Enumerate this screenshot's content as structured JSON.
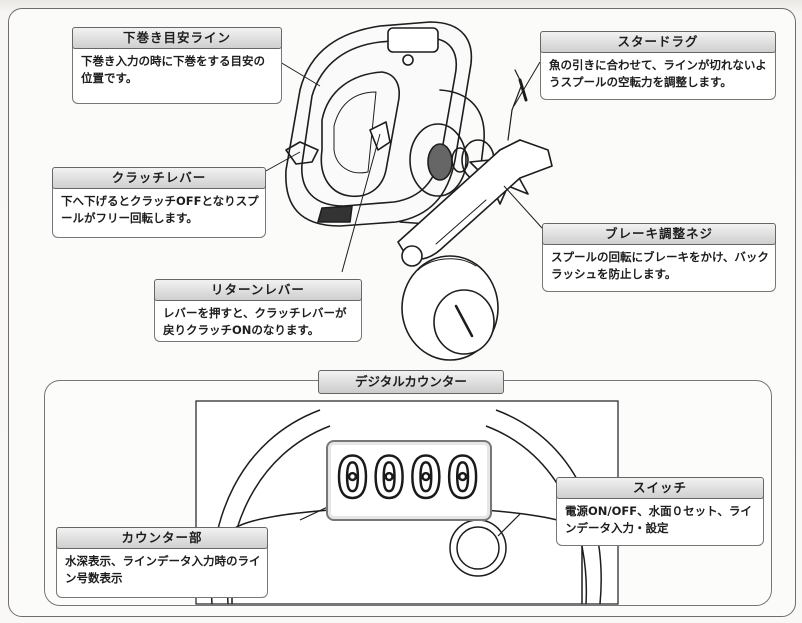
{
  "callouts": {
    "shitamaki": {
      "title": "下巻き目安ライン",
      "body": "下巻き入力の時に下巻をする目安の位置です。"
    },
    "star_drag": {
      "title": "スタードラグ",
      "body": "魚の引きに合わせて、ラインが切れないようスプールの空転力を調整します。"
    },
    "clutch": {
      "title": "クラッチレバー",
      "body": "下へ下げるとクラッチOFFとなりスプールがフリー回転します。"
    },
    "brake": {
      "title": "ブレーキ調整ネジ",
      "body": "スプールの回転にブレーキをかけ、バックラッシュを防止します。"
    },
    "return_lever": {
      "title": "リターンレバー",
      "body": "レバーを押すと、クラッチレバーが戻りクラッチONのなります。"
    },
    "counter_part": {
      "title": "カウンター部",
      "body": "水深表示、ラインデータ入力時のライン号数表示"
    },
    "switch": {
      "title": "スイッチ",
      "body": "電源ON/OFF、水面０セット、ラインデータ入力・設定"
    }
  },
  "counter_section": {
    "title": "デジタルカウンター",
    "display": "0000"
  }
}
